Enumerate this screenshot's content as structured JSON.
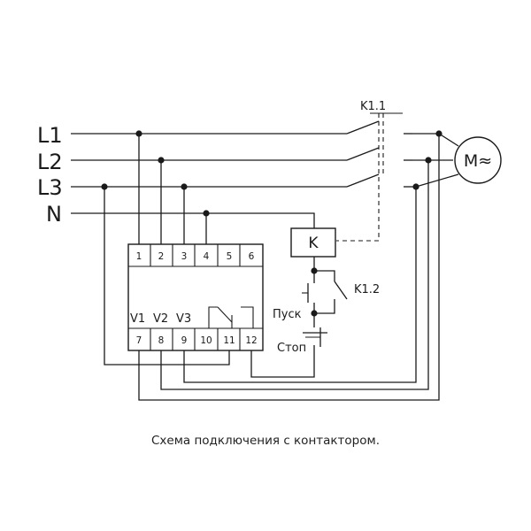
{
  "phases": {
    "l1": "L1",
    "l2": "L2",
    "l3": "L3",
    "n": "N"
  },
  "contactor": {
    "main_contact_label": "K1.1",
    "coil_label": "K",
    "aux_contact_label": "K1.2"
  },
  "motor": {
    "label": "M≈"
  },
  "relay": {
    "top_terminals": [
      "1",
      "2",
      "3",
      "4",
      "5",
      "6"
    ],
    "bottom_terminals": [
      "7",
      "8",
      "9",
      "10",
      "11",
      "12"
    ],
    "inputs": [
      "V1",
      "V2",
      "V3"
    ]
  },
  "buttons": {
    "start": "Пуск",
    "stop": "Стоп"
  },
  "caption": "Схема подключения с контактором."
}
